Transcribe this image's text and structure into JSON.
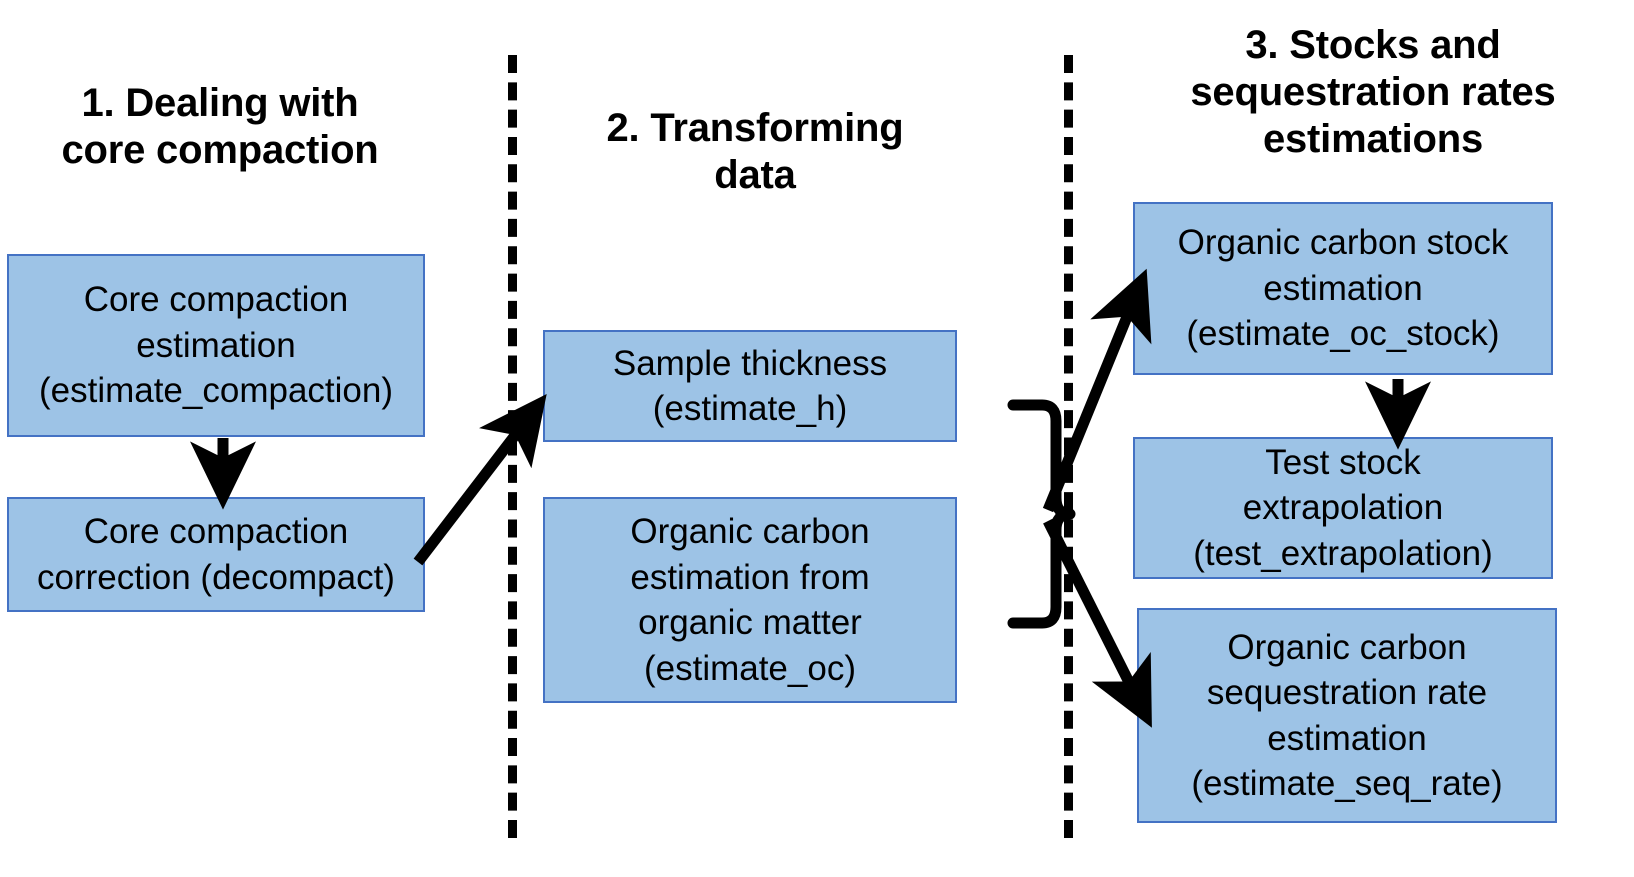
{
  "diagram": {
    "title": "Blue carbon workflow diagram",
    "background_color": "#ffffff",
    "node_fill": "#9dc3e6",
    "node_border": "#4472c4",
    "connector_color": "#000000",
    "columns": [
      {
        "id": "col1",
        "heading": "1. Dealing with\ncore compaction",
        "heading_line1": "1. Dealing with",
        "heading_line2": "core compaction",
        "nodes": [
          {
            "id": "estimate_compaction",
            "label": "Core compaction estimation (estimate_compaction)",
            "line1": "Core compaction",
            "line2": "estimation",
            "line3": "(estimate_compaction)"
          },
          {
            "id": "decompact",
            "label": "Core compaction correction (decompact)",
            "line1": "Core compaction",
            "line2": "correction (decompact)"
          }
        ]
      },
      {
        "id": "col2",
        "heading": "2. Transforming data",
        "heading_line1": "2. Transforming",
        "heading_line2": "data",
        "nodes": [
          {
            "id": "estimate_h",
            "label": "Sample thickness (estimate_h)",
            "line1": "Sample thickness",
            "line2": "(estimate_h)"
          },
          {
            "id": "estimate_oc",
            "label": "Organic carbon estimation from organic matter (estimate_oc)",
            "line1": "Organic carbon",
            "line2": "estimation from",
            "line3": "organic matter",
            "line4": "(estimate_oc)"
          }
        ]
      },
      {
        "id": "col3",
        "heading": "3. Stocks and sequestration rates estimations",
        "heading_line1": "3. Stocks and",
        "heading_line2": "sequestration rates",
        "heading_line3": "estimations",
        "nodes": [
          {
            "id": "estimate_oc_stock",
            "label": "Organic carbon stock estimation (estimate_oc_stock)",
            "line1": "Organic carbon stock",
            "line2": "estimation",
            "line3": "(estimate_oc_stock)"
          },
          {
            "id": "test_extrapolation",
            "label": "Test stock extrapolation (test_extrapolation)",
            "line1": "Test stock",
            "line2": "extrapolation",
            "line3": "(test_extrapolation)"
          },
          {
            "id": "estimate_seq_rate",
            "label": "Organic carbon sequestration rate estimation (estimate_seq_rate)",
            "line1": "Organic carbon",
            "line2": "sequestration rate",
            "line3": "estimation",
            "line4": "(estimate_seq_rate)"
          }
        ]
      }
    ],
    "connectors": [
      {
        "id": "arrow-compaction-to-decompact",
        "kind": "arrow",
        "from": "estimate_compaction",
        "to": "decompact",
        "direction": "down"
      },
      {
        "id": "arrow-decompact-to-estimate-h",
        "kind": "arrow",
        "from": "decompact",
        "to": "estimate_h",
        "direction": "up-right"
      },
      {
        "id": "brace-transform-outputs",
        "kind": "curly-brace",
        "groups": [
          "estimate_h",
          "estimate_oc"
        ]
      },
      {
        "id": "arrow-brace-to-oc-stock",
        "kind": "arrow",
        "from": "brace-transform-outputs",
        "to": "estimate_oc_stock",
        "direction": "up-right"
      },
      {
        "id": "arrow-brace-to-seq-rate",
        "kind": "arrow",
        "from": "brace-transform-outputs",
        "to": "estimate_seq_rate",
        "direction": "down-right"
      },
      {
        "id": "arrow-oc-stock-to-test-extrapolation",
        "kind": "arrow",
        "from": "estimate_oc_stock",
        "to": "test_extrapolation",
        "direction": "down"
      }
    ],
    "dividers": [
      {
        "id": "divider-1",
        "style": "dashed-vertical"
      },
      {
        "id": "divider-2",
        "style": "dashed-vertical"
      }
    ]
  }
}
